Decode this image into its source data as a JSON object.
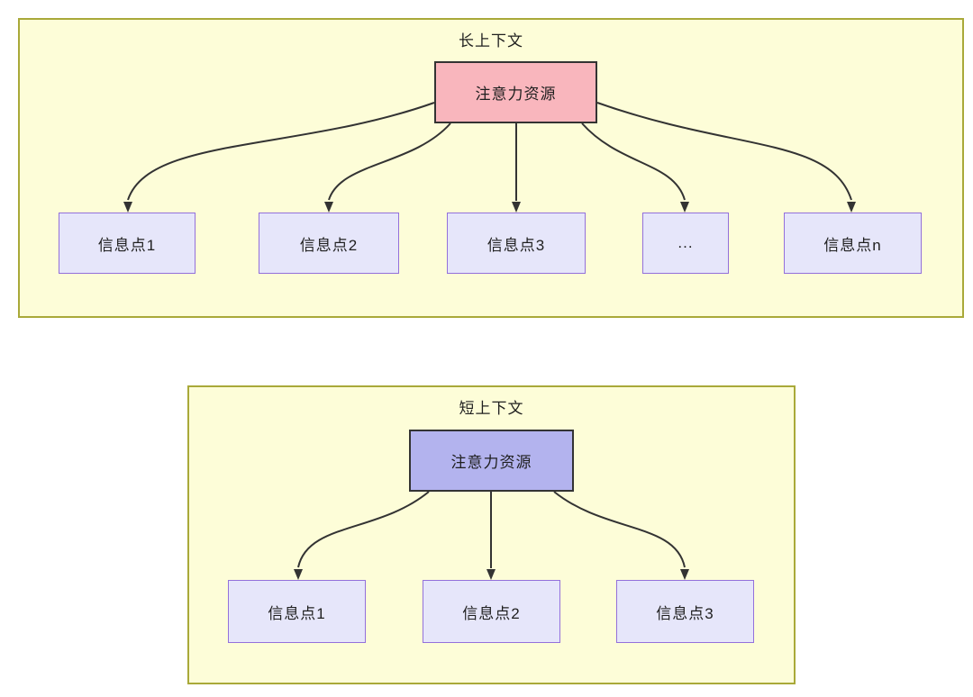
{
  "colors": {
    "container_fill": "#fdfdd8",
    "container_border": "#a9a939",
    "root_long_fill": "#f9b6bd",
    "root_short_fill": "#b3b3ee",
    "info_fill": "#e6e6fa",
    "info_border": "#9370db",
    "node_border": "#333333",
    "arrow": "#333333",
    "text": "#1f1f1f"
  },
  "diagrams": [
    {
      "id": "long-context",
      "title": "长上下文",
      "root": {
        "label": "注意力资源"
      },
      "children": [
        {
          "label": "信息点1"
        },
        {
          "label": "信息点2"
        },
        {
          "label": "信息点3"
        },
        {
          "label": "..."
        },
        {
          "label": "信息点n"
        }
      ]
    },
    {
      "id": "short-context",
      "title": "短上下文",
      "root": {
        "label": "注意力资源"
      },
      "children": [
        {
          "label": "信息点1"
        },
        {
          "label": "信息点2"
        },
        {
          "label": "信息点3"
        }
      ]
    }
  ]
}
